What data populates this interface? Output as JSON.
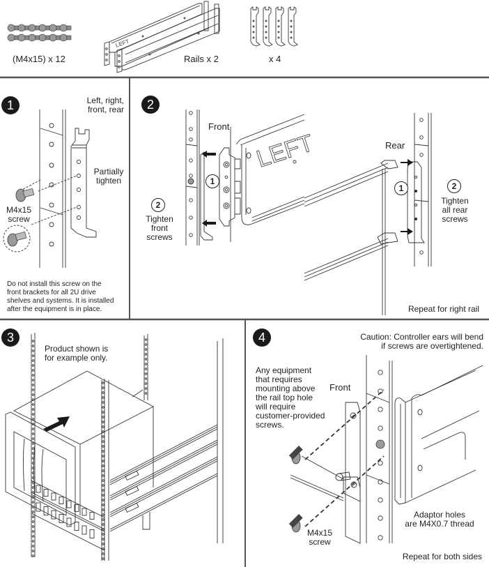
{
  "parts": {
    "screws_label": "(M4x15) x 12",
    "rails_label": "Rails x 2",
    "brackets_label": "x 4",
    "rail_stamp": "LEFT"
  },
  "steps": [
    {
      "number": "1",
      "location_note": [
        "Left, right,",
        "front, rear"
      ],
      "action_note": [
        "Partially",
        "tighten"
      ],
      "screw_label": [
        "M4x15",
        "screw"
      ],
      "warning": [
        "Do not install this screw on the",
        "front brackets for all 2U drive",
        "shelves and systems. It is installed",
        "after the equipment is in place."
      ]
    },
    {
      "number": "2",
      "front_label": "Front",
      "rear_label": "Rear",
      "rail_stamp": "LEFT",
      "callout_1": "1",
      "callout_2": "2",
      "front_tighten": [
        "Tighten",
        "front",
        "screws"
      ],
      "rear_tighten": [
        "Tighten",
        "all rear",
        "screws"
      ],
      "footer": "Repeat for right rail"
    },
    {
      "number": "3",
      "note": [
        "Product shown is",
        "for example only."
      ]
    },
    {
      "number": "4",
      "caution": [
        "Caution: Controller ears will bend",
        "if screws are overtightened."
      ],
      "equipment_note": [
        "Any equipment",
        "that requires",
        "mounting above",
        "the rail top hole",
        "will require",
        "customer-provided",
        "screws."
      ],
      "front_label": "Front",
      "adaptor_note": [
        "Adaptor holes",
        "are M4X0.7 thread"
      ],
      "screw_label": [
        "M4x15",
        "screw"
      ],
      "footer": "Repeat for both sides"
    }
  ],
  "colors": {
    "line": "#333333",
    "divider": "#555555",
    "badge": "#1a1a1a",
    "screw_fill": "#9a9a9a"
  }
}
